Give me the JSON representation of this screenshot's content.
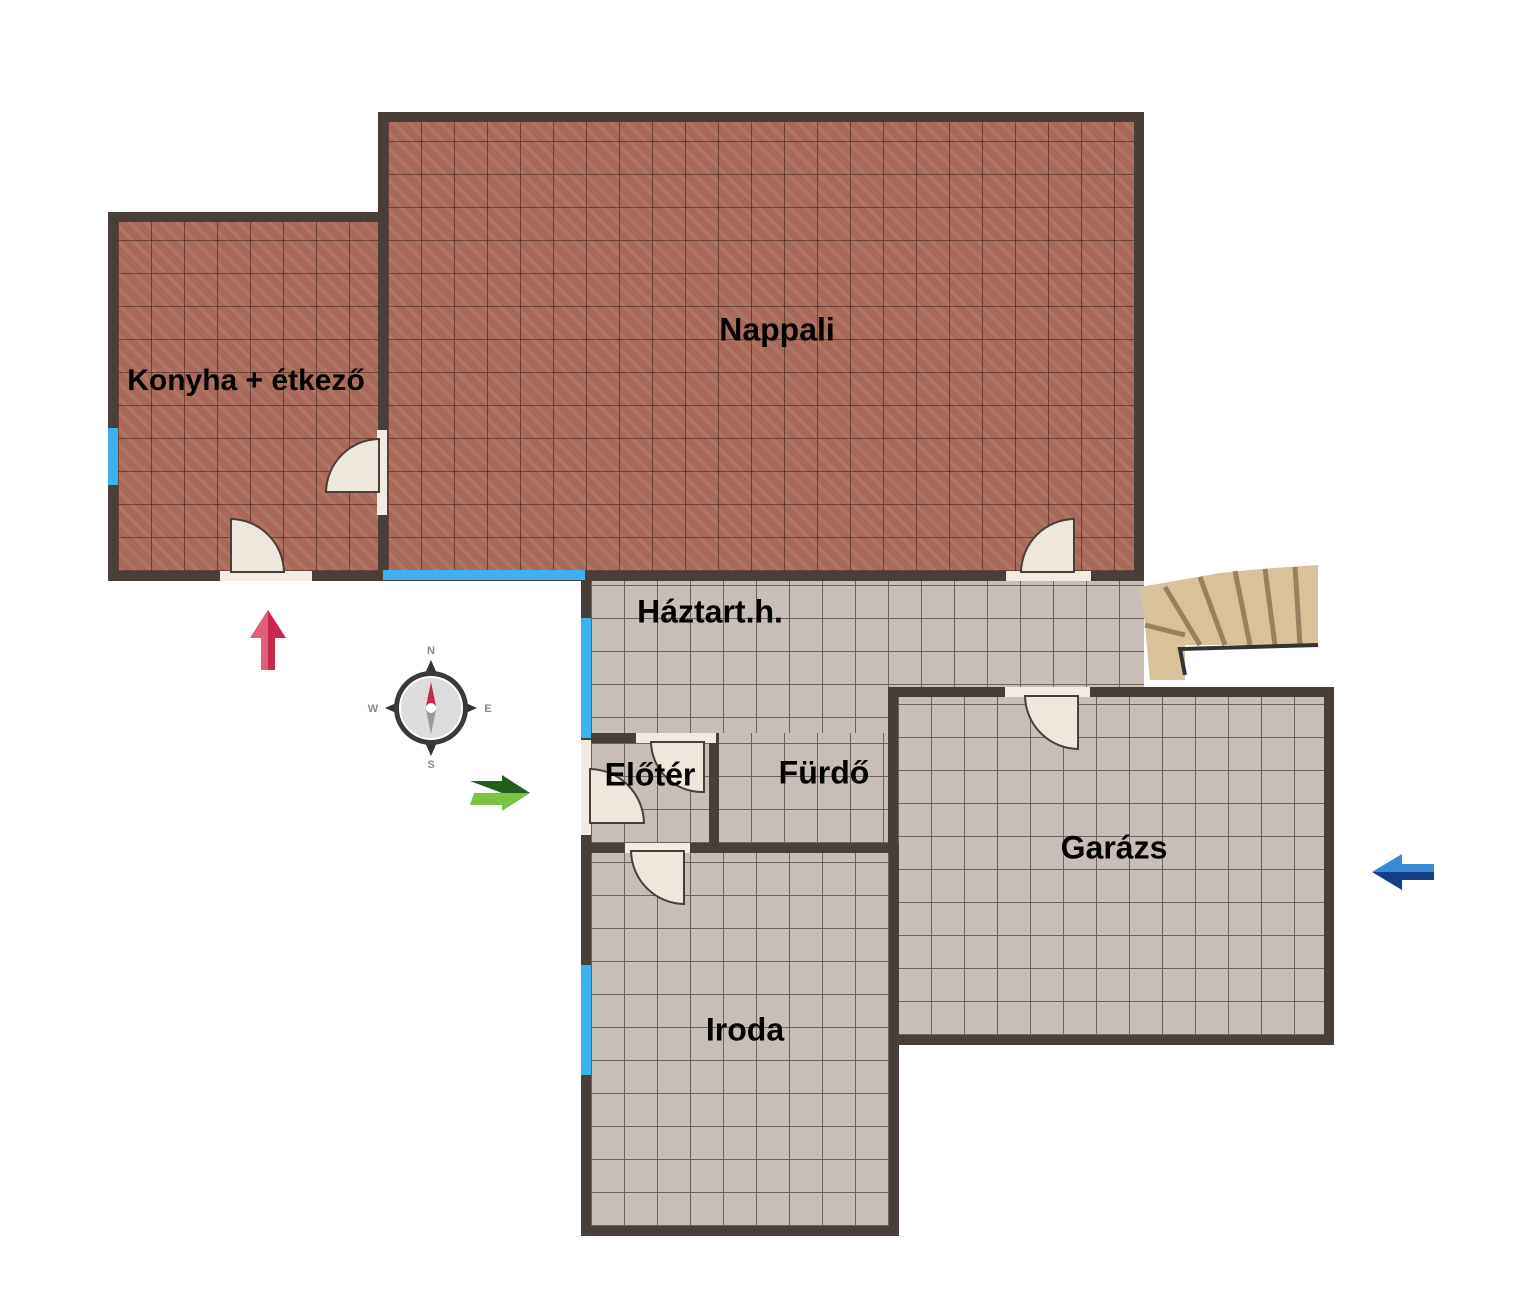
{
  "rooms": {
    "nappali": "Nappali",
    "konyha": "Konyha + étkező",
    "haztart": "Háztart.h.",
    "eloter": "Előtér",
    "furdo": "Fürdő",
    "garazs": "Garázs",
    "iroda": "Iroda"
  },
  "compass": {
    "n": "N",
    "s": "S",
    "e": "E",
    "w": "W"
  },
  "colors": {
    "wall": "#4a3e38",
    "window": "#3db0ee",
    "arrow_red": "#c8284e",
    "arrow_green": "#3f8a2a",
    "arrow_blue": "#1a5aa8"
  }
}
